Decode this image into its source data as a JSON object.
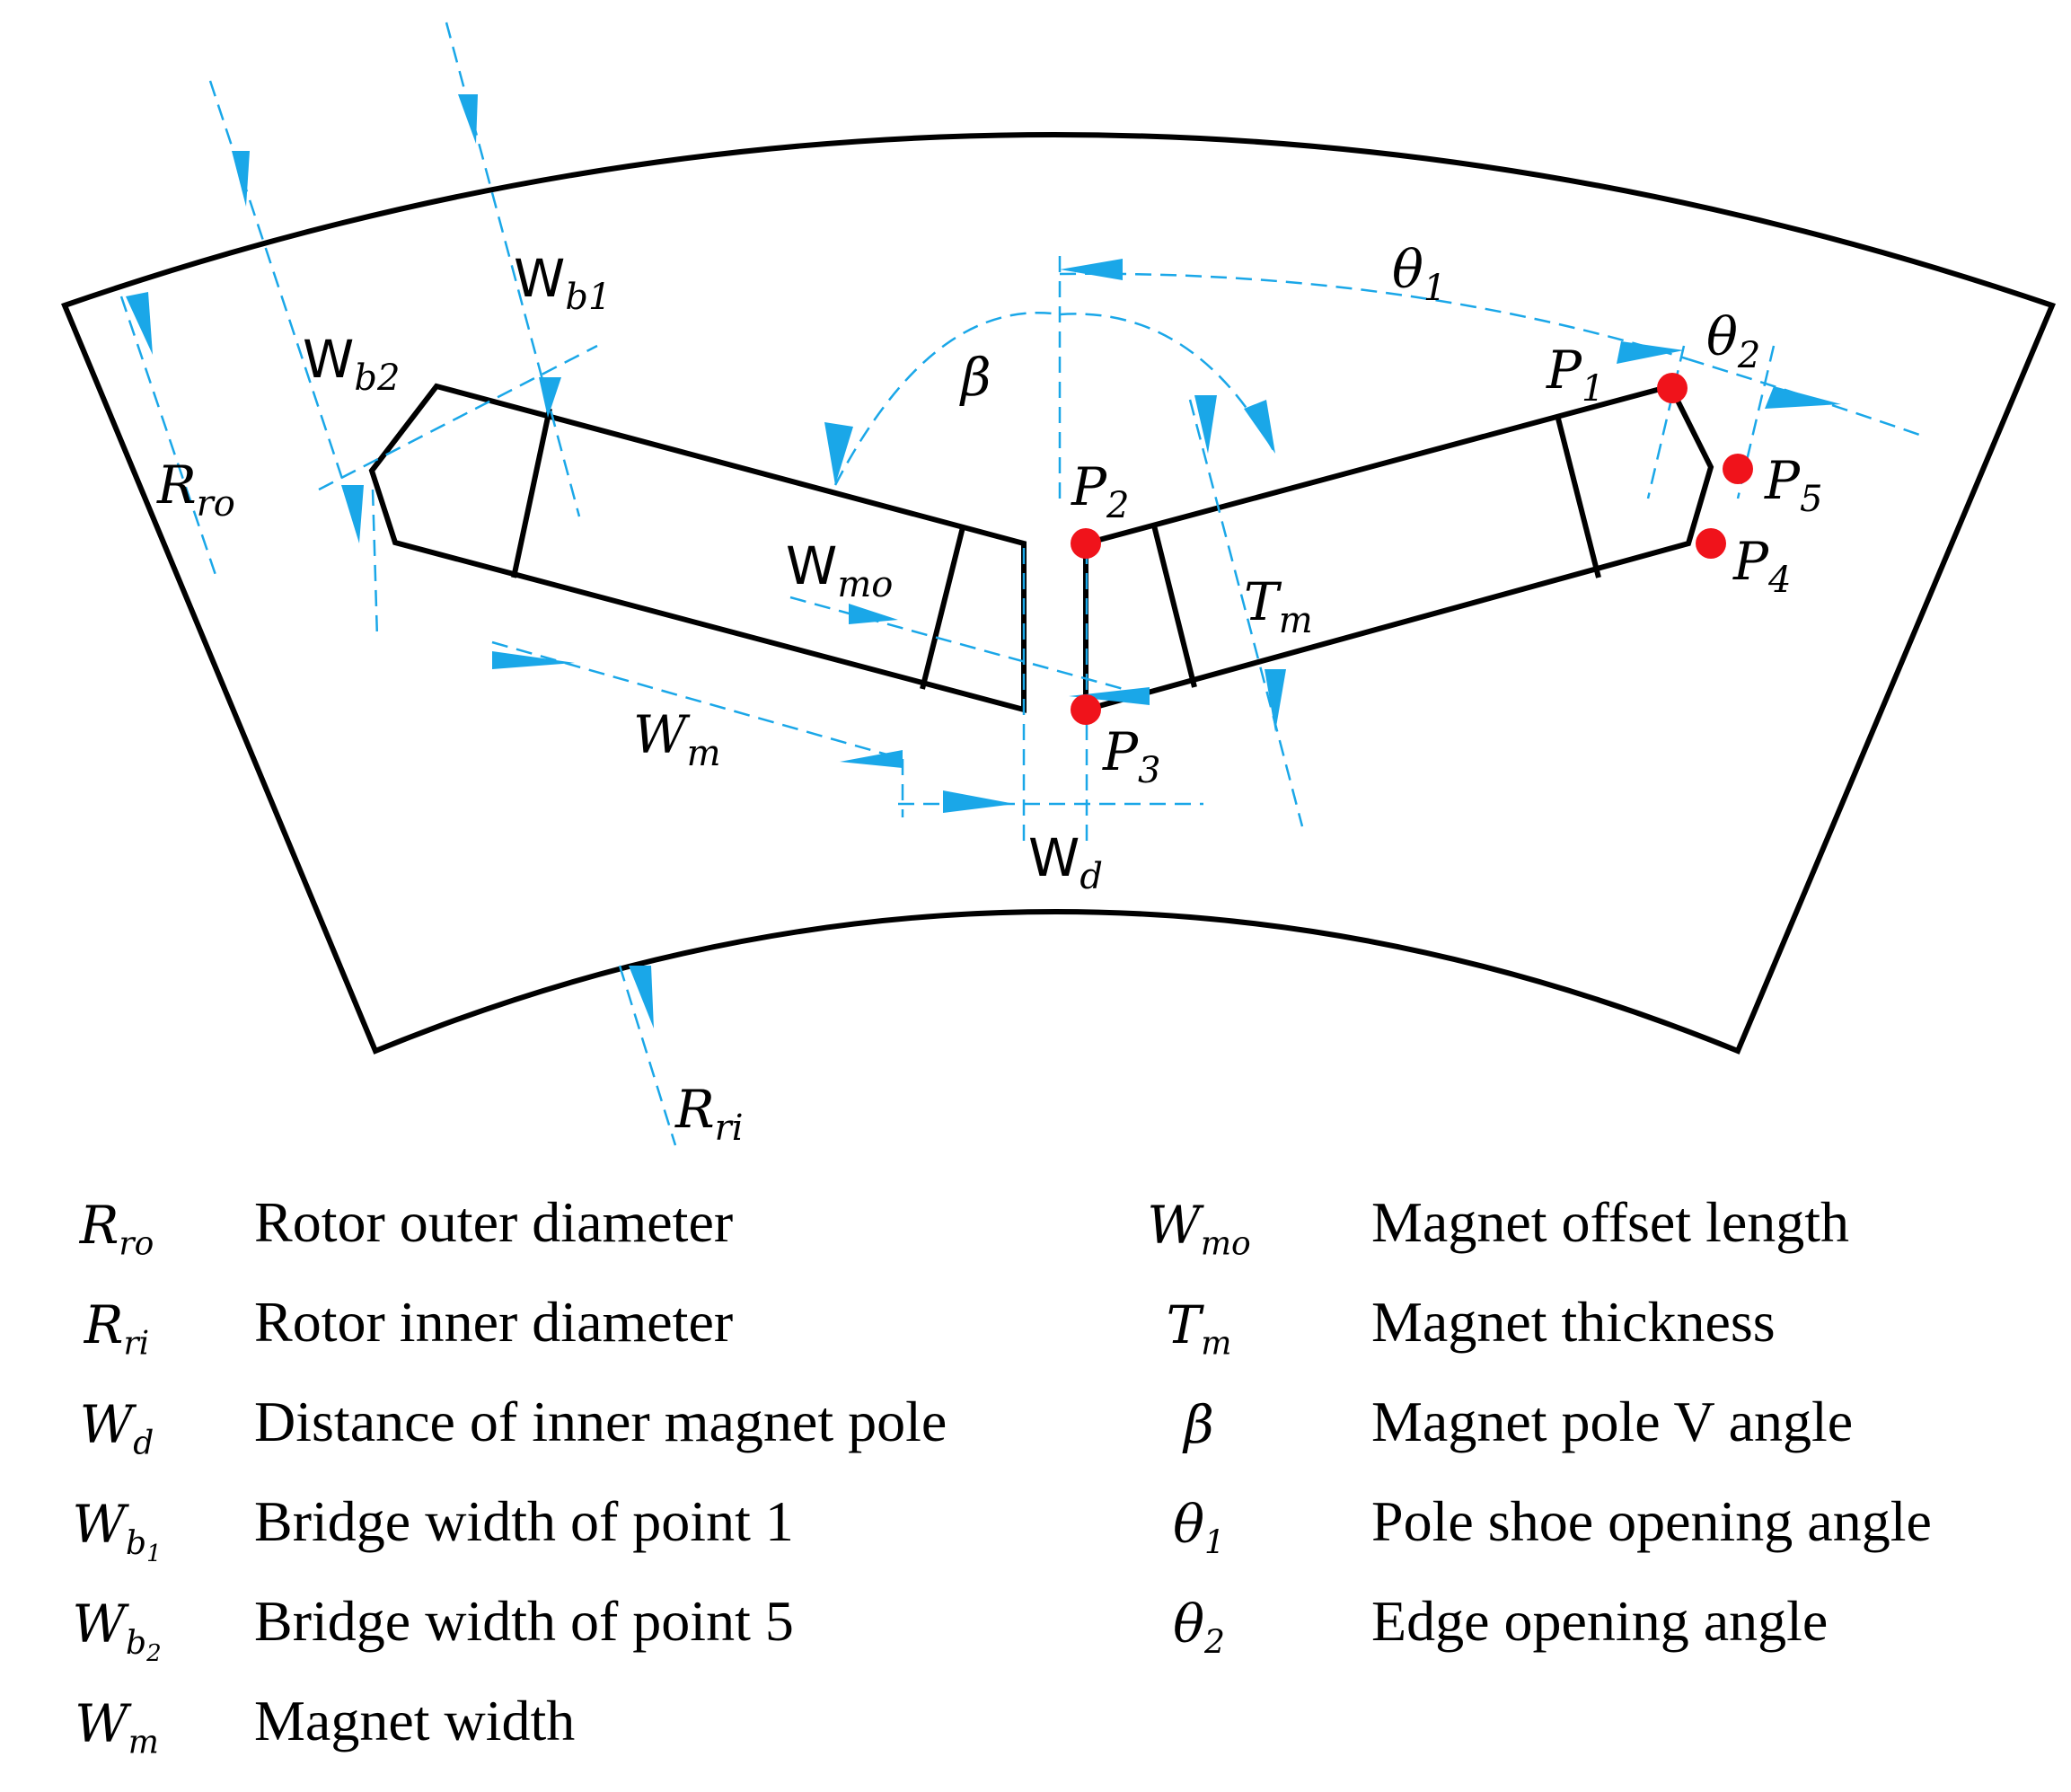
{
  "labels": {
    "rro": "R",
    "rro_sub": "ro",
    "rri": "R",
    "rri_sub": "ri",
    "wb1": "W",
    "wb1_sub": "b1",
    "wb2": "W",
    "wb2_sub": "b2",
    "wmo": "W",
    "wmo_sub": "mo",
    "wm": "W",
    "wm_sub": "m",
    "wd": "W",
    "wd_sub": "d",
    "tm": "T",
    "tm_sub": "m",
    "beta": "β",
    "theta1": "θ",
    "theta1_sub": "1",
    "theta2": "θ",
    "theta2_sub": "2",
    "p1": "P",
    "p1_sub": "1",
    "p2": "P",
    "p2_sub": "2",
    "p3": "P",
    "p3_sub": "3",
    "p4": "P",
    "p4_sub": "4",
    "p5": "P",
    "p5_sub": "5"
  },
  "legend": {
    "left": [
      {
        "sym": "R",
        "sub": "ro",
        "subsub": "",
        "desc": "Rotor outer diameter"
      },
      {
        "sym": "R",
        "sub": "ri",
        "subsub": "",
        "desc": "Rotor inner diameter"
      },
      {
        "sym": "W",
        "sub": "d",
        "subsub": "",
        "desc": "Distance of inner magnet pole"
      },
      {
        "sym": "W",
        "sub": "b",
        "subsub": "1",
        "desc": "Bridge width of point 1"
      },
      {
        "sym": "W",
        "sub": "b",
        "subsub": "2",
        "desc": "Bridge width of point 5"
      },
      {
        "sym": "W",
        "sub": "m",
        "subsub": "",
        "desc": "Magnet width"
      }
    ],
    "right": [
      {
        "sym": "W",
        "sub": "mo",
        "subsub": "",
        "desc": "Magnet offset length"
      },
      {
        "sym": "T",
        "sub": "m",
        "subsub": "",
        "desc": "Magnet thickness"
      },
      {
        "sym": "β",
        "sub": "",
        "subsub": "",
        "desc": "Magnet pole V angle"
      },
      {
        "sym": "θ",
        "sub": "1",
        "subsub": "",
        "desc": "Pole shoe opening angle"
      },
      {
        "sym": "θ",
        "sub": "2",
        "subsub": "",
        "desc": "Edge opening angle"
      }
    ]
  },
  "colors": {
    "dimension": "#1aa7e8",
    "point": "#f0131b",
    "outline": "#000000"
  }
}
